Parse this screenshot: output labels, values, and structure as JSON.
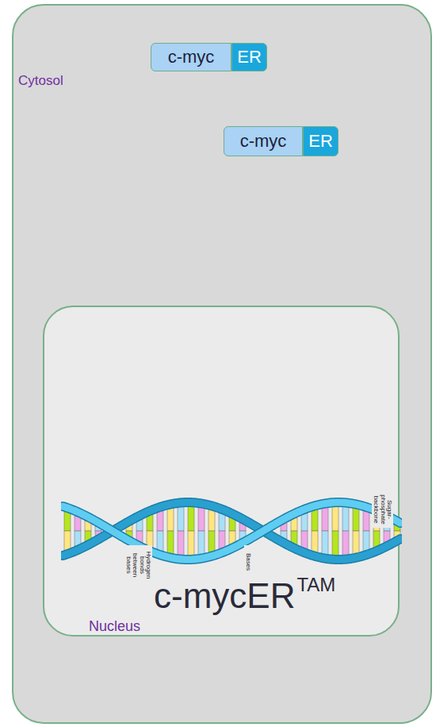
{
  "diagram": {
    "nodes": [
      {
        "text": [
          "Cytosol"
        ]
      },
      {
        "text": [
          "c-myc"
        ],
        "in": 0
      },
      {
        "text": [
          "ER"
        ],
        "in": 0
      },
      {
        "text": [
          "c-myc"
        ],
        "in": 0
      },
      {
        "text": [
          "ER"
        ],
        "in": 0
      },
      {
        "text": [
          "Nucleus"
        ],
        "in": 0
      }
    ],
    "labels": [
      "c-mycER",
      "TAM",
      "Sugar-phosphate backbone",
      "Hydrogen bonds between bases",
      "Bases"
    ]
  }
}
